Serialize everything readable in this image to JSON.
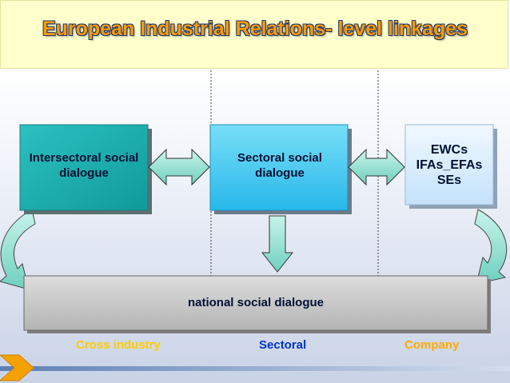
{
  "title": "European Industrial Relations- level linkages",
  "boxes": {
    "intersectoral": "Intersectoral social dialogue",
    "sectoral": "Sectoral social dialogue",
    "company_lines": [
      "EWCs",
      "IFAs_EFAs",
      "SEs"
    ],
    "national": "national social dialogue"
  },
  "columns": {
    "cross_industry": "Cross industry",
    "sectoral": "Sectoral",
    "company": "Company"
  },
  "colors": {
    "title_text": "#ff9a00",
    "title_background": "#ffffcc",
    "intersectoral_box": "#20b0b0",
    "sectoral_box": "#44ccf2",
    "company_box": "#d6ecff",
    "national_bar": "#c8c8c8",
    "arrow_fill": "#7fd8c8",
    "cross_industry_label": "#ffcc00",
    "sectoral_label": "#0033cc",
    "company_label": "#ffaa00"
  }
}
